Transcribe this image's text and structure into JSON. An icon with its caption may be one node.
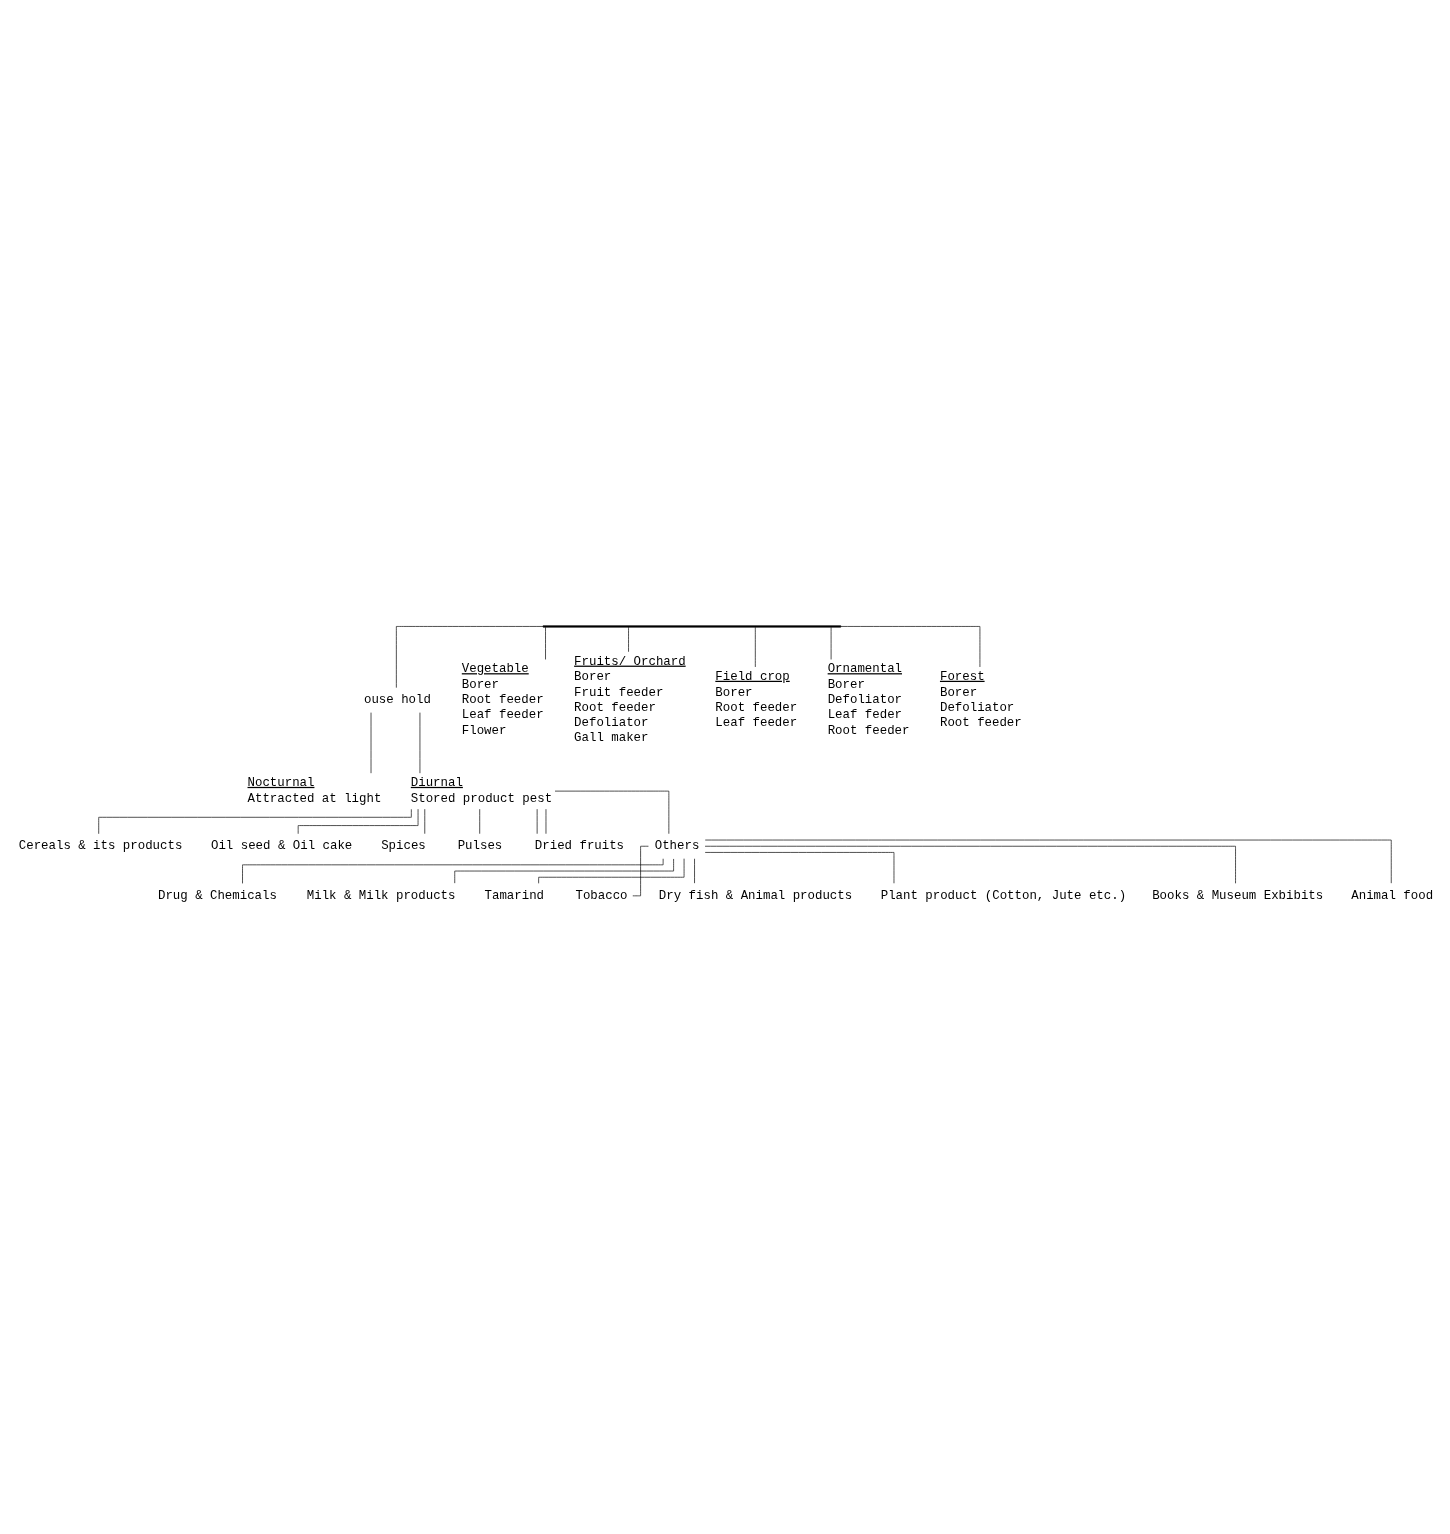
{
  "diagram": {
    "nodes": [
      {
        "text": [],
        "shape": "bar"
      },
      {
        "text": [
          "ouse hold"
        ]
      },
      {
        "text": [
          "Vegetable",
          "Borer",
          "Root feeder",
          "Leaf feeder",
          "Flower"
        ]
      },
      {
        "text": [
          "Fruits/ Orchard",
          "Borer",
          "Fruit feeder",
          "Root feeder",
          "Defoliator",
          "Gall maker"
        ]
      },
      {
        "text": [
          "Field crop",
          "Borer",
          "Root feeder",
          "Leaf feeder"
        ]
      },
      {
        "text": [
          "Ornamental",
          "Borer",
          "Defoliator",
          "Leaf feder",
          "Root feeder"
        ]
      },
      {
        "text": [
          "Forest",
          "Borer",
          "Defoliator",
          "Root feeder"
        ]
      },
      {
        "text": [
          "Nocturnal",
          "Attracted at light"
        ]
      },
      {
        "text": [
          "Diurnal",
          "Stored product pest"
        ]
      },
      {
        "text": [
          "Cereals & its products"
        ]
      },
      {
        "text": [
          "Oil seed & Oil cake"
        ]
      },
      {
        "text": [
          "Spices"
        ]
      },
      {
        "text": [
          "Pulses"
        ]
      },
      {
        "text": [
          "Dried fruits"
        ]
      },
      {
        "text": [
          "Others"
        ]
      },
      {
        "text": [
          "Drug & Chemicals"
        ]
      },
      {
        "text": [
          "Milk & Milk products"
        ]
      },
      {
        "text": [
          "Tamarind"
        ]
      },
      {
        "text": [
          "Tobacco"
        ]
      },
      {
        "text": [
          "Dry fish & Animal products"
        ]
      },
      {
        "text": [
          "Plant product (Cotton, Jute etc.)"
        ]
      },
      {
        "text": [
          "Books & Museum Exbibits"
        ]
      },
      {
        "text": [
          "Animal food"
        ]
      }
    ],
    "edges": [
      {
        "from": 0,
        "to": 1,
        "arrow": "none"
      },
      {
        "from": 0,
        "to": 2,
        "arrow": "none"
      },
      {
        "from": 0,
        "to": 5,
        "arrow": "none"
      },
      {
        "from": 0,
        "to": 3,
        "arrow": "none"
      },
      {
        "from": 0,
        "to": 6,
        "arrow": "none"
      },
      {
        "from": 0,
        "to": 4,
        "arrow": "none"
      },
      {
        "from": 1,
        "to": 7,
        "arrow": "none"
      },
      {
        "from": 1,
        "to": 8,
        "arrow": "none"
      },
      {
        "from": 8,
        "to": 9,
        "arrow": "none"
      },
      {
        "from": 8,
        "to": 10,
        "arrow": "none"
      },
      {
        "from": 8,
        "to": 11,
        "arrow": "none"
      },
      {
        "from": 8,
        "to": 12,
        "arrow": "none"
      },
      {
        "from": 8,
        "to": 13,
        "arrow": "none"
      },
      {
        "from": 8,
        "to": 13,
        "arrow": "none"
      },
      {
        "from": 8,
        "to": 14,
        "arrow": "none"
      },
      {
        "from": 14,
        "to": 15,
        "arrow": "none"
      },
      {
        "from": 14,
        "to": 20,
        "arrow": "none"
      },
      {
        "from": 14,
        "to": 16,
        "arrow": "none"
      },
      {
        "from": 14,
        "to": 17,
        "arrow": "none"
      },
      {
        "from": 14,
        "to": 21,
        "arrow": "none"
      },
      {
        "from": 14,
        "to": 18,
        "arrow": "none"
      },
      {
        "from": 14,
        "to": 22,
        "arrow": "none"
      },
      {
        "from": 14,
        "to": 19,
        "arrow": "none"
      }
    ]
  }
}
